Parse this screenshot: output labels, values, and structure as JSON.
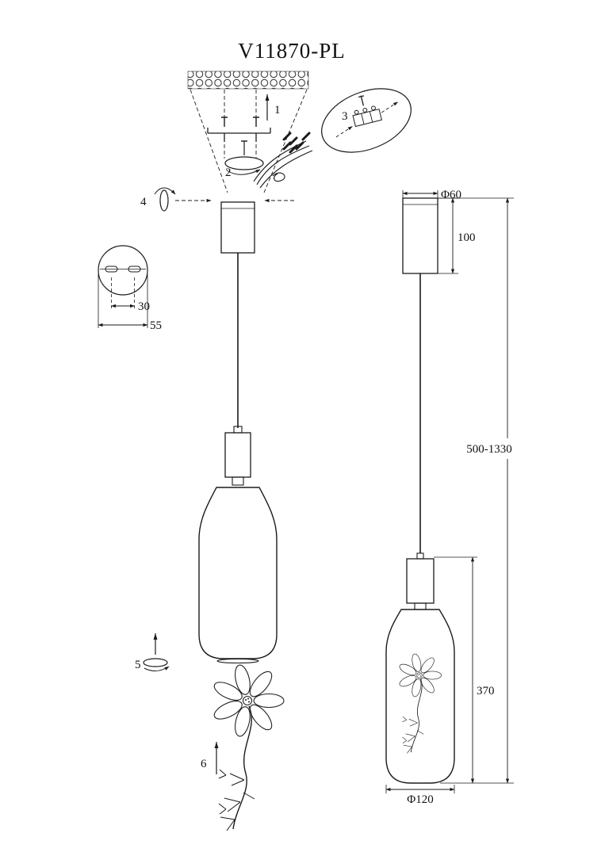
{
  "page": {
    "title": "V11870-PL"
  },
  "assembly": {
    "step_labels": {
      "s1": "1",
      "s2": "2",
      "s3": "3",
      "s4": "4",
      "s5": "5",
      "s6": "6"
    }
  },
  "plate_detail": {
    "slot_spacing": "30",
    "plate_width": "55"
  },
  "dimensions": {
    "canopy_diameter": "Φ60",
    "canopy_height": "100",
    "overall_height": "500-1330",
    "shade_height": "370",
    "shade_diameter": "Φ120"
  }
}
